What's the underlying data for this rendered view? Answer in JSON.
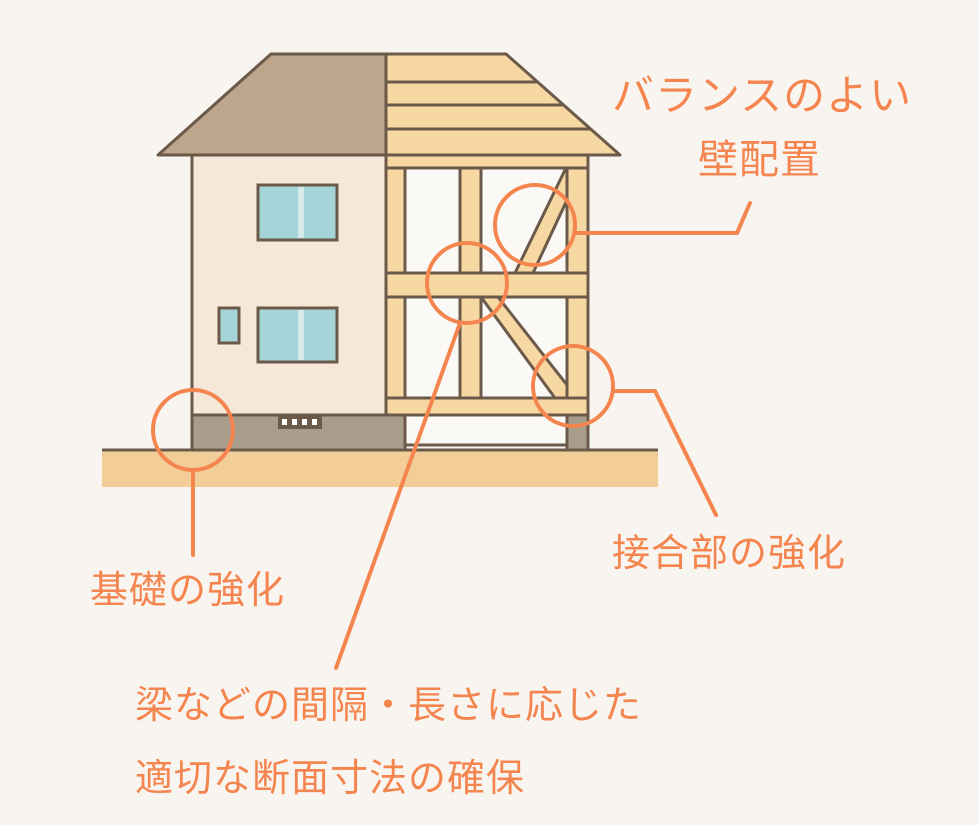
{
  "labels": {
    "wall_line1": "バランスのよい",
    "wall_line2": "壁配置",
    "joint": "接合部の強化",
    "foundation": "基礎の強化",
    "beam_line1": "梁などの間隔・長さに応じた",
    "beam_line2": "適切な断面寸法の確保"
  },
  "colors": {
    "accent": "#f5854f",
    "outline": "#6b5a4a",
    "roof": "#bda68b",
    "wood": "#f7d8a3",
    "wall": "#f5e8d8",
    "foundation": "#a89d8b",
    "ground": "#f2cd98",
    "glass": "#a5d4d8"
  }
}
